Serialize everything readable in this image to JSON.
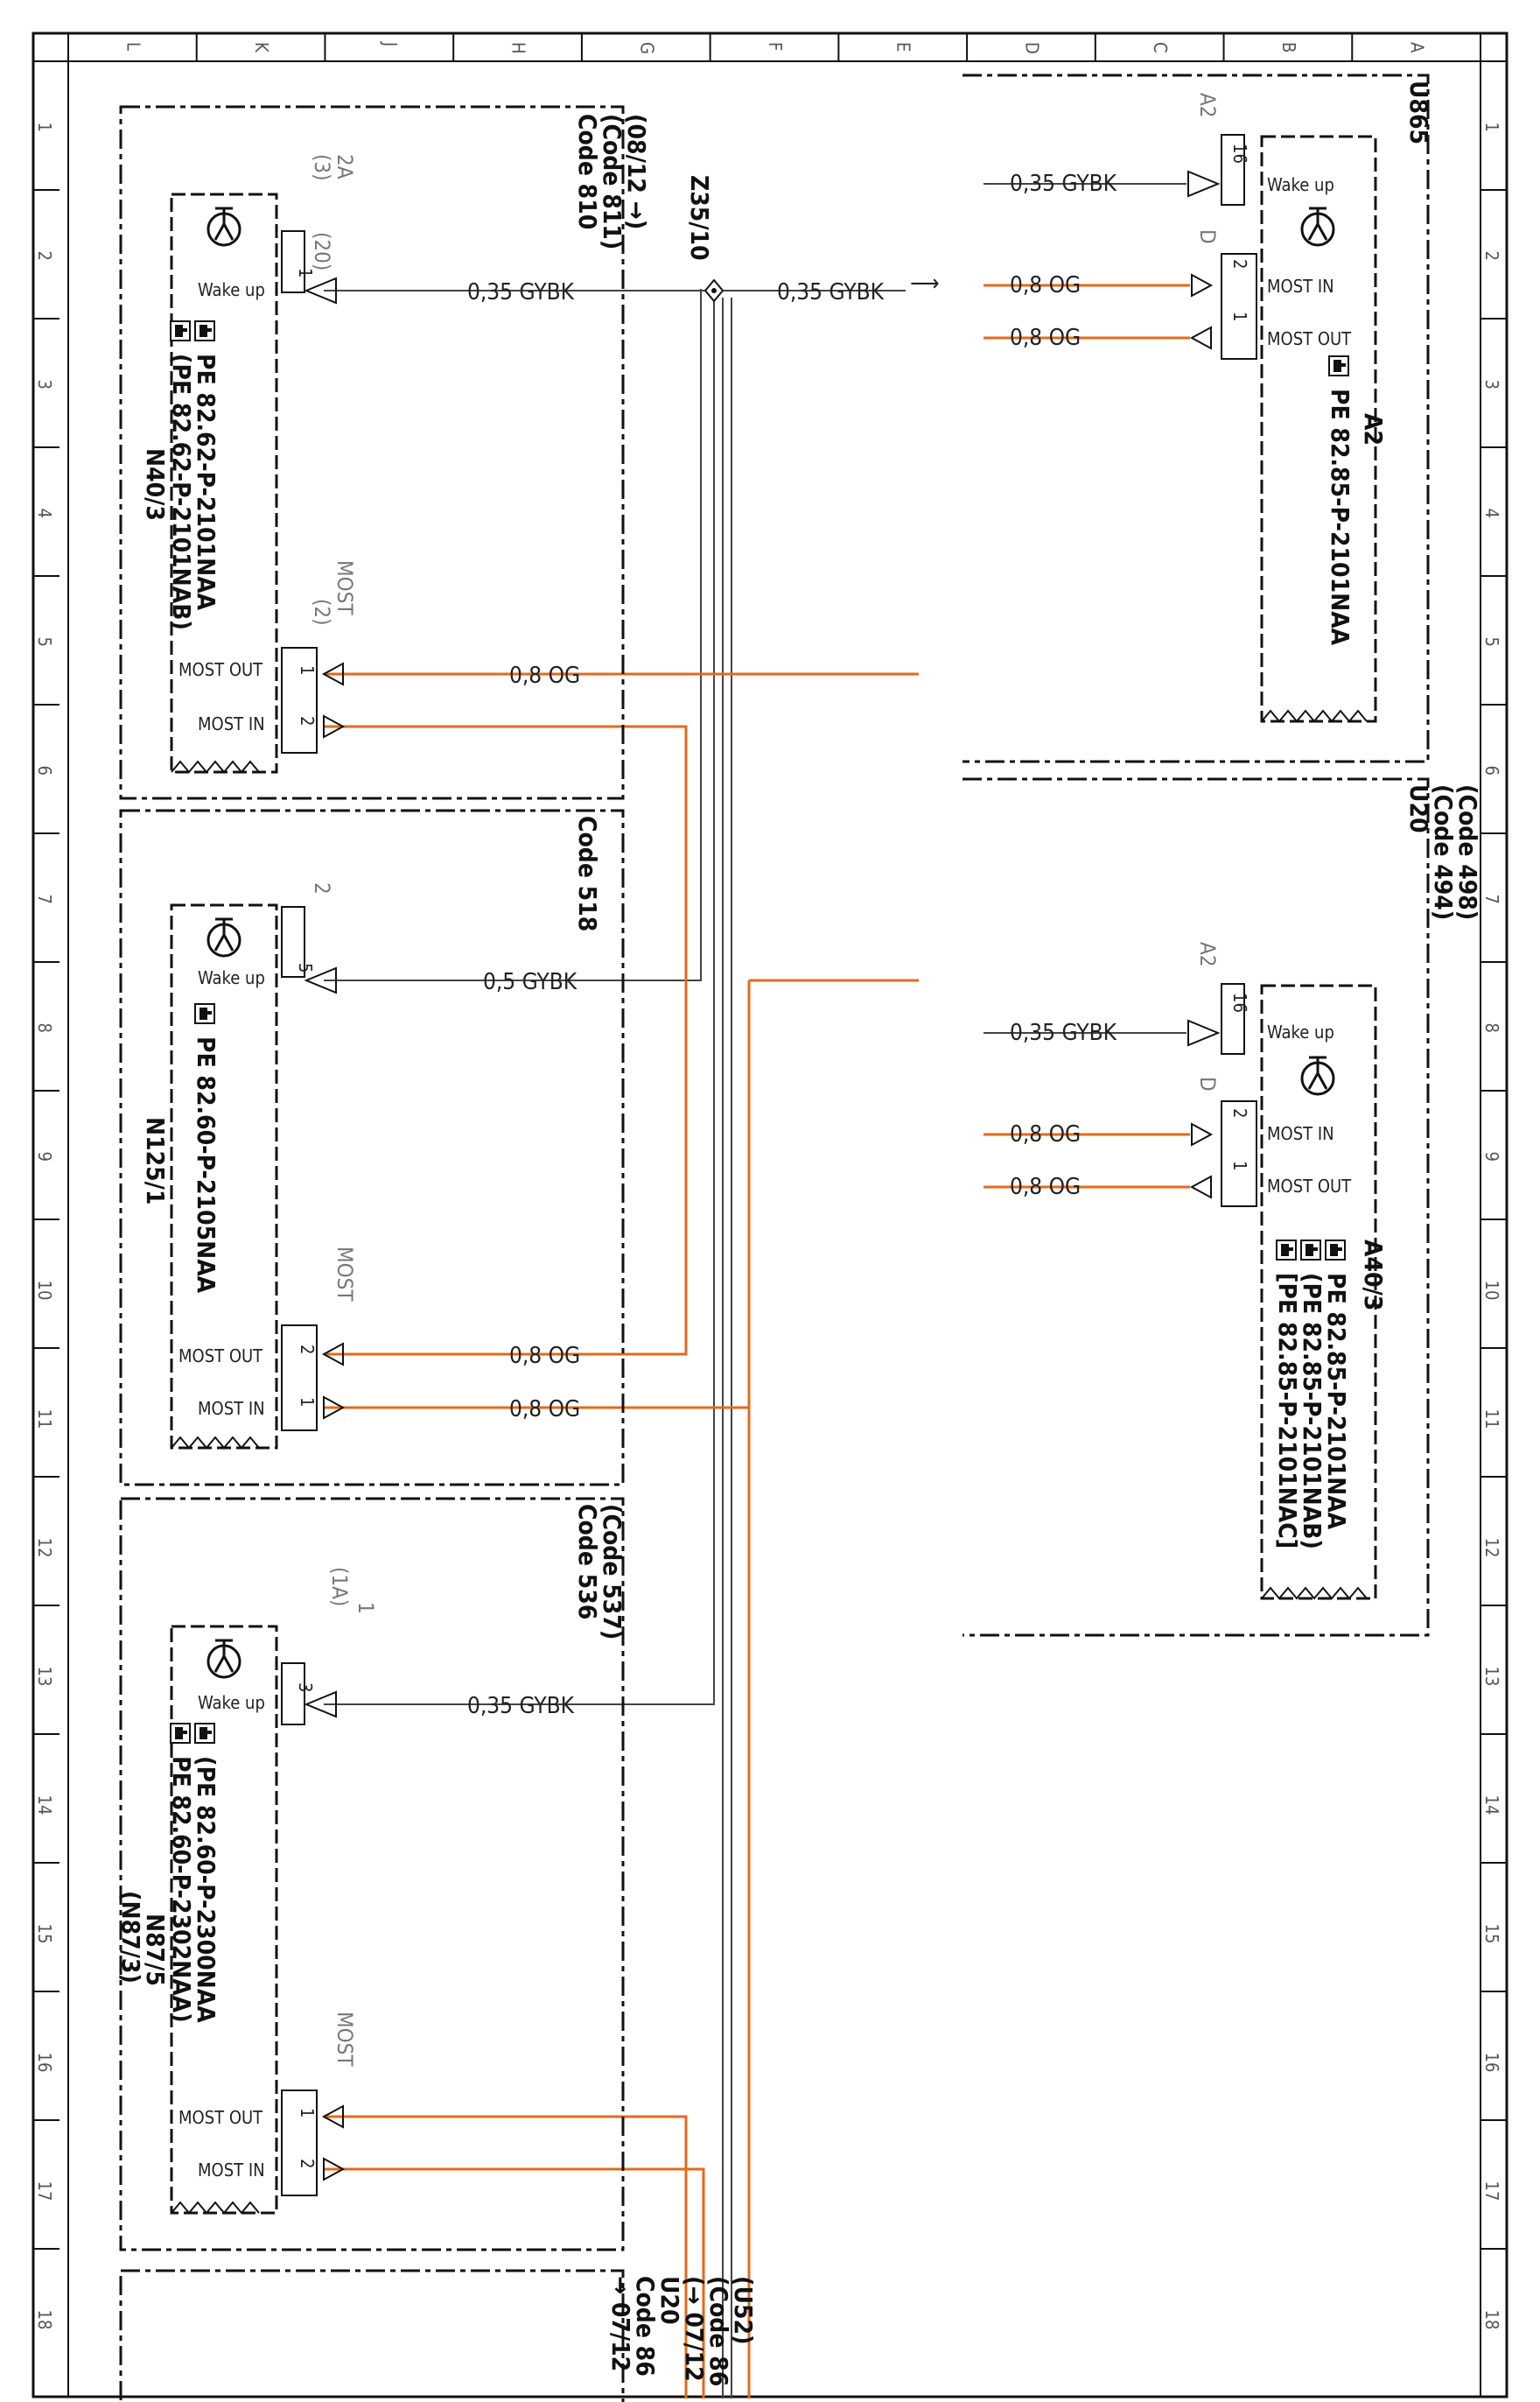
{
  "grid": {
    "cols": [
      "L",
      "K",
      "J",
      "H",
      "G",
      "F",
      "E",
      "D",
      "C",
      "B",
      "A"
    ],
    "rows": [
      "1",
      "2",
      "3",
      "4",
      "5",
      "6",
      "7",
      "8",
      "9",
      "10",
      "11",
      "12",
      "13",
      "14",
      "15",
      "16",
      "17",
      "18"
    ]
  },
  "codes": {
    "n403": [
      "Code 810",
      "(Code 811)",
      "(08/12 →)"
    ],
    "n1251": [
      "Code 518"
    ],
    "n875": [
      "Code 536",
      "(Code 537)"
    ],
    "bottom": [
      "→ 07/12",
      "Code 86",
      "U20",
      "(→ 07/12",
      "(Code 86",
      "(U52)"
    ],
    "u865": [
      "U865"
    ],
    "u20": [
      "U20",
      "(Code 494)",
      "(Code 498)"
    ]
  },
  "splice": {
    "label": "Z35/10"
  },
  "wires": {
    "gybk035": "0,35 GYBK",
    "gybk05": "0,5 GYBK",
    "og08": "0,8 OG"
  },
  "labels": {
    "wake_up": "Wake up",
    "most_in": "MOST IN",
    "most_out": "MOST OUT",
    "most": "MOST"
  },
  "connectors": {
    "n403_wake": "2A",
    "n403_wake_sub": "(3)",
    "n403_pin_a": "1",
    "n403_pin_b": "(20)",
    "n403_most": "(2)",
    "n403_pin_out": "1",
    "n403_pin_in": "2",
    "n1251_wake": "2",
    "n1251_pin": "5",
    "n1251_pin_out": "2",
    "n1251_pin_in": "1",
    "n875_wake": "1",
    "n875_wake_sub": "(1A)",
    "n875_pin": "3",
    "n875_pin_out": "1",
    "n875_pin_in": "2",
    "a2_wake": "A2",
    "a2_pin": "16",
    "a2_d": "D",
    "a2_pin_in": "2",
    "a2_pin_out": "1",
    "a403_wake": "A2",
    "a403_pin": "16",
    "a403_d": "D",
    "a403_pin_in": "2",
    "a403_pin_out": "1"
  },
  "components": {
    "n403": {
      "name": "N40/3",
      "refs": [
        "PE 82.62-P-2101NAA",
        "(PE 82.62-P-2101NAB)"
      ]
    },
    "n1251": {
      "name": "N125/1",
      "refs": [
        "PE 82.60-P-2105NAA"
      ]
    },
    "n875": {
      "name": "N87/5",
      "alt": "(N87/3)",
      "refs": [
        "(PE 82.60-P-2300NAA",
        "PE 82.60-P-2302NAA)"
      ]
    },
    "a2": {
      "name": "A2",
      "refs": [
        "PE 82.85-P-2101NAA"
      ]
    },
    "a403": {
      "name": "A40/3",
      "refs": [
        "PE 82.85-P-2101NAA",
        "(PE 82.85-P-2101NAB)",
        "[PE 82.85-P-2101NAC]"
      ]
    }
  },
  "colors": {
    "orange_wire": "#e46a1a",
    "black": "#111111",
    "grey": "#777777"
  },
  "icons": [
    "wake-up-antenna-icon",
    "service-hand-icon"
  ]
}
